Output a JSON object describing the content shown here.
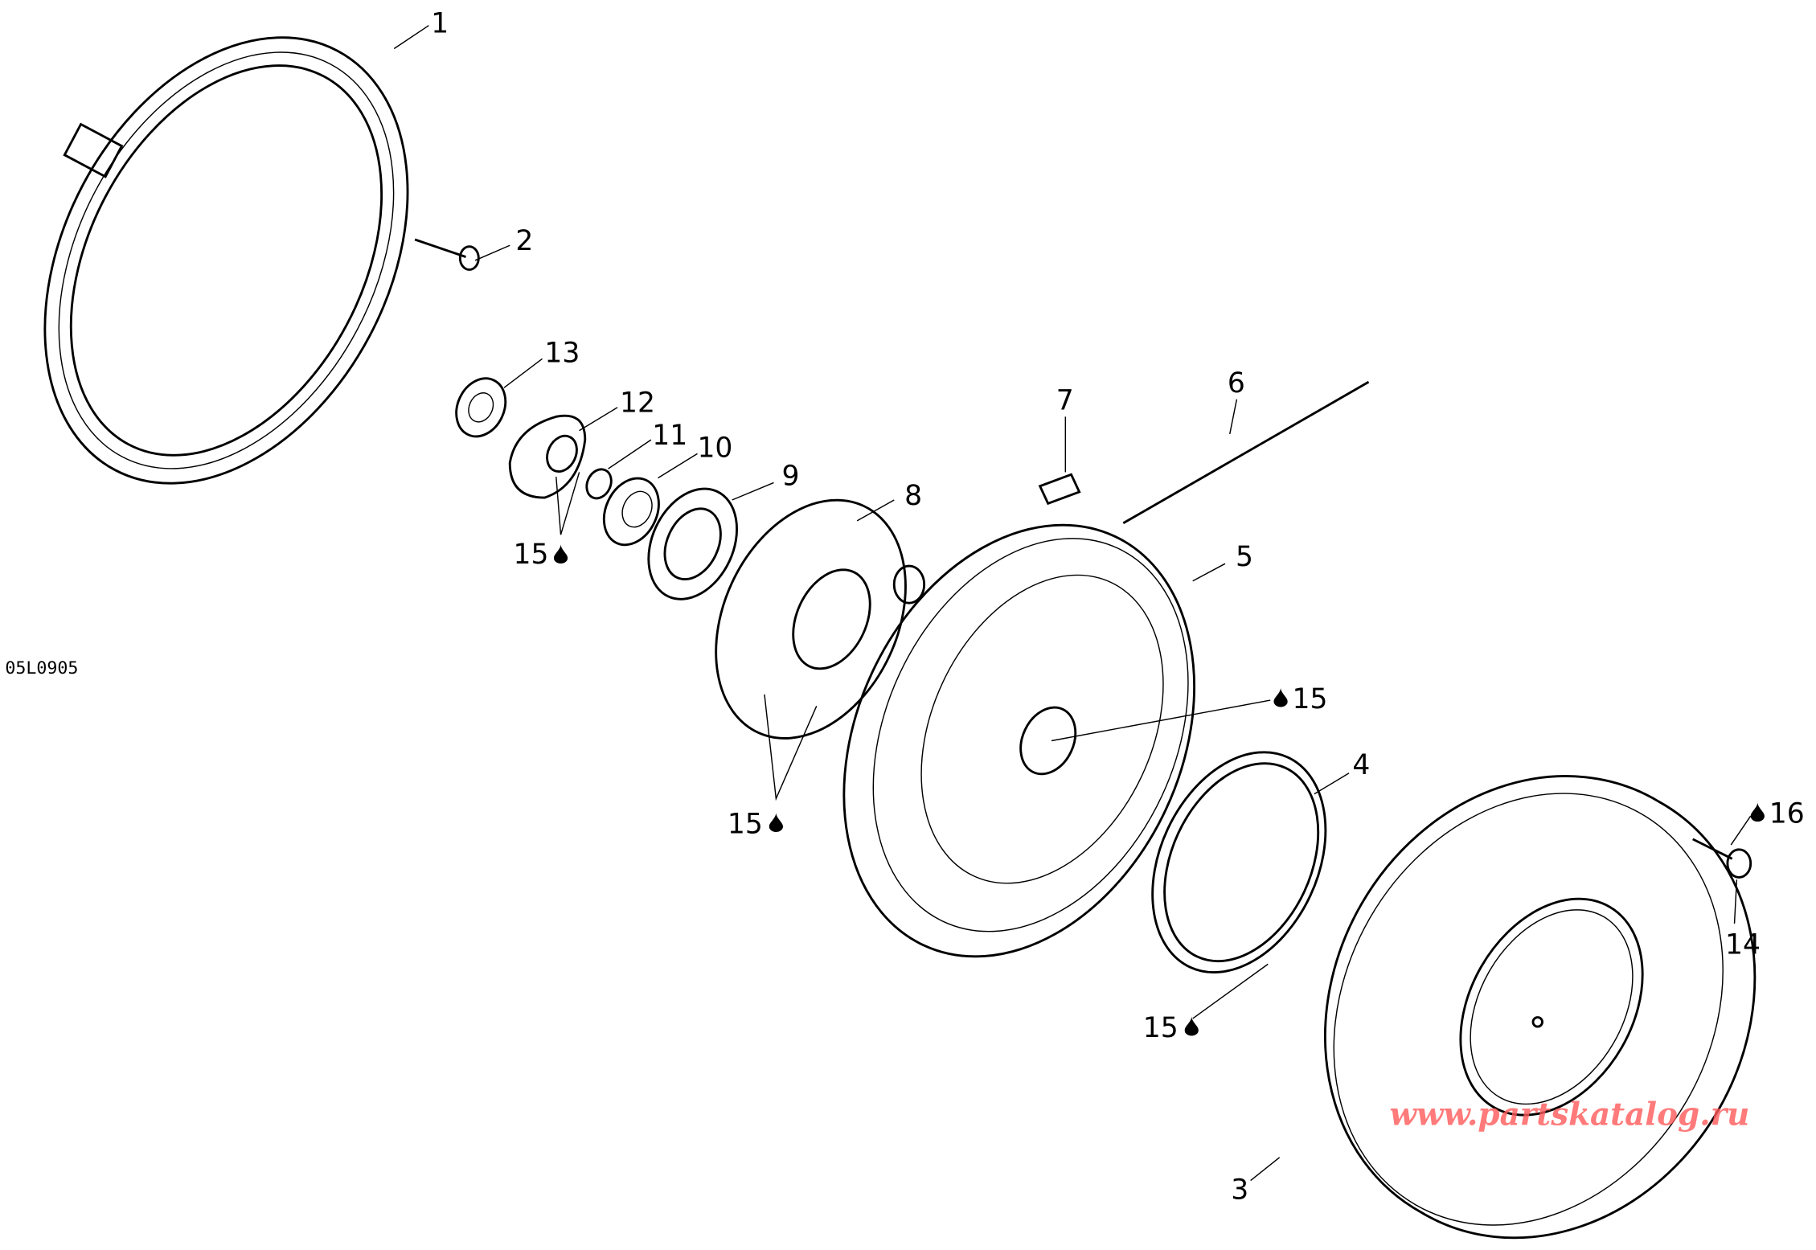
{
  "diagram": {
    "drawing_code": "05L0905",
    "watermark": "www.partskatalog.ru",
    "lubricant_marker": "15",
    "callouts": {
      "c1": "1",
      "c2": "2",
      "c3": "3",
      "c4": "4",
      "c5": "5",
      "c6": "6",
      "c7": "7",
      "c8": "8",
      "c9": "9",
      "c10": "10",
      "c11": "11",
      "c12": "12",
      "c13": "13",
      "c14": "14",
      "c15a": "15",
      "c15b": "15",
      "c15c": "15",
      "c15d": "15",
      "c16": "16"
    },
    "icons": {
      "oil_drop": "oil-drop-icon"
    },
    "colors": {
      "line": "#000000",
      "watermark": "#ff5a5a"
    }
  }
}
